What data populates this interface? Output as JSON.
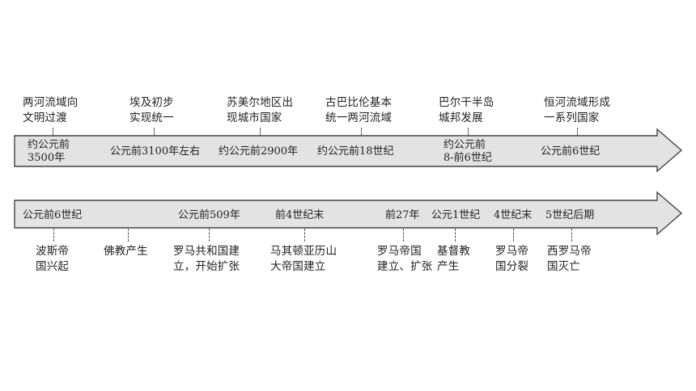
{
  "colors": {
    "arrow_fill": "#e3e3e3",
    "arrow_stroke": "#444444",
    "text": "#222222"
  },
  "row1": {
    "events": [
      {
        "label": "两河流域向\n文明过渡",
        "date": "约公元前\n3500年"
      },
      {
        "label": "埃及初步\n实现统一",
        "date": "公元前3100年左右"
      },
      {
        "label": "苏美尔地区出\n现城市国家",
        "date": "约公元前2900年"
      },
      {
        "label": "古巴比伦基本\n统一两河流域",
        "date": "约公元前18世纪"
      },
      {
        "label": "巴尔干半岛\n城邦发展",
        "date": "约公元前\n8-前6世纪"
      },
      {
        "label": "恒河流域形成\n一系列国家",
        "date": "公元前6世纪"
      }
    ]
  },
  "row2": {
    "events": [
      {
        "date": "公元前6世纪",
        "label": "波斯帝\n国兴起"
      },
      {
        "date": "",
        "label": "佛教产生"
      },
      {
        "date": "公元前509年",
        "label": "罗马共和国建\n立，开始扩张"
      },
      {
        "date": "前4世纪末",
        "label": "马其顿亚历山\n大帝国建立"
      },
      {
        "date": "前27年",
        "label": "罗马帝国\n建立、扩张"
      },
      {
        "date": "公元1世纪",
        "label": "基督教\n产生"
      },
      {
        "date": "4世纪末",
        "label": "罗马帝\n国分裂"
      },
      {
        "date": "5世纪后期",
        "label": "西罗马帝\n国灭亡"
      }
    ]
  }
}
